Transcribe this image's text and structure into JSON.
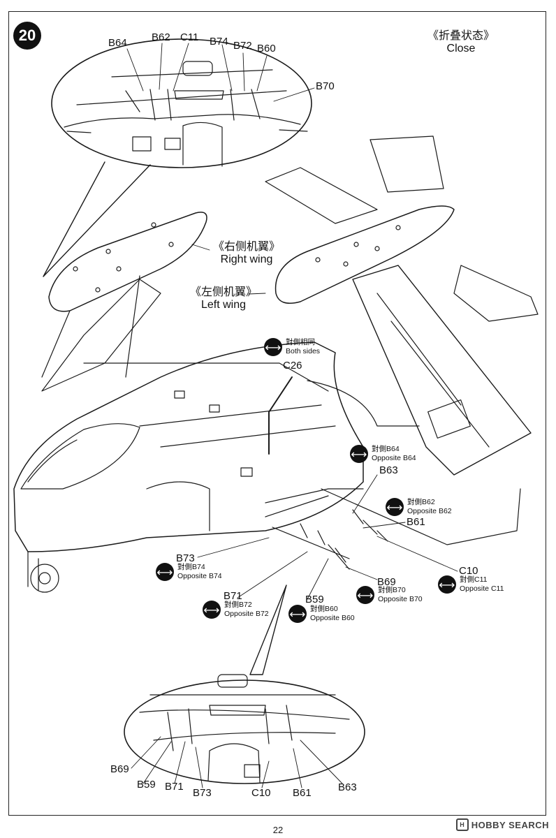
{
  "step_number": "20",
  "closed_state": {
    "cn": "《折叠状态》",
    "en": "Close"
  },
  "right_wing": {
    "cn": "《右侧机翼》",
    "en": "Right wing"
  },
  "left_wing": {
    "cn": "《左侧机翼》",
    "en": "Left wing"
  },
  "part_labels": {
    "top_b64": "B64",
    "top_b62": "B62",
    "top_c11": "C11",
    "top_b74": "B74",
    "top_b72": "B72",
    "top_b60": "B60",
    "top_b70": "B70",
    "c26": "C26",
    "b63": "B63",
    "b61": "B61",
    "c10": "C10",
    "b73": "B73",
    "b69": "B69",
    "b71": "B71",
    "b59": "B59",
    "bot_b69": "B69",
    "bot_b59": "B59",
    "bot_b71": "B71",
    "bot_b73": "B73",
    "bot_c10": "C10",
    "bot_b61": "B61",
    "bot_b63": "B63"
  },
  "notes": {
    "both_sides": {
      "cn": "對側相同",
      "en": "Both sides"
    },
    "opp_b64": {
      "cn": "對側B64",
      "en": "Opposite B64"
    },
    "opp_b62": {
      "cn": "對側B62",
      "en": "Opposite B62"
    },
    "opp_b74": {
      "cn": "對側B74",
      "en": "Opposite B74"
    },
    "opp_c11": {
      "cn": "對側C11",
      "en": "Opposite C11"
    },
    "opp_b70": {
      "cn": "對側B70",
      "en": "Opposite B70"
    },
    "opp_b72": {
      "cn": "對側B72",
      "en": "Opposite B72"
    },
    "opp_b60": {
      "cn": "對側B60",
      "en": "Opposite B60"
    }
  },
  "page_number": "22",
  "watermark": "HOBBY SEARCH"
}
